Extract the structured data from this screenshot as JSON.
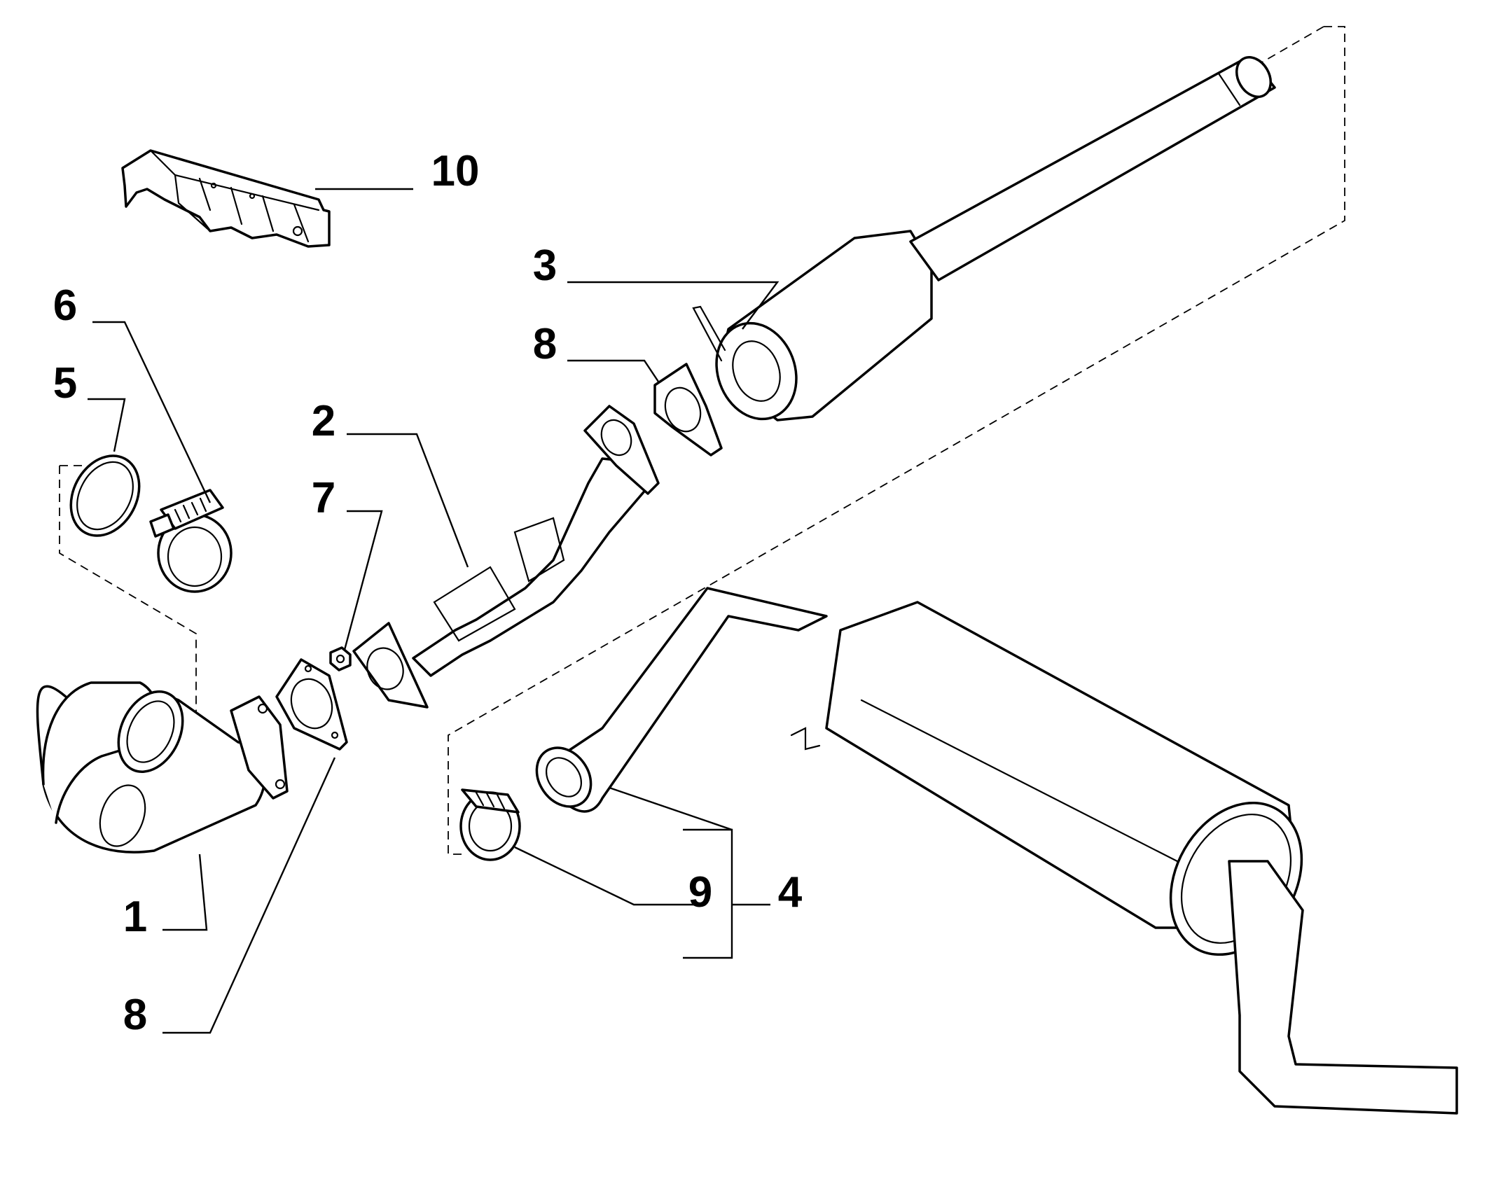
{
  "diagram": {
    "colors": {
      "ink": "#000000",
      "background": "#ffffff"
    },
    "callouts": [
      {
        "id": "c1",
        "text": "1"
      },
      {
        "id": "c2",
        "text": "2"
      },
      {
        "id": "c3",
        "text": "3"
      },
      {
        "id": "c4",
        "text": "4"
      },
      {
        "id": "c5",
        "text": "5"
      },
      {
        "id": "c6",
        "text": "6"
      },
      {
        "id": "c7",
        "text": "7"
      },
      {
        "id": "c8a",
        "text": "8"
      },
      {
        "id": "c8b",
        "text": "8"
      },
      {
        "id": "c9",
        "text": "9"
      },
      {
        "id": "c10",
        "text": "10"
      }
    ]
  }
}
